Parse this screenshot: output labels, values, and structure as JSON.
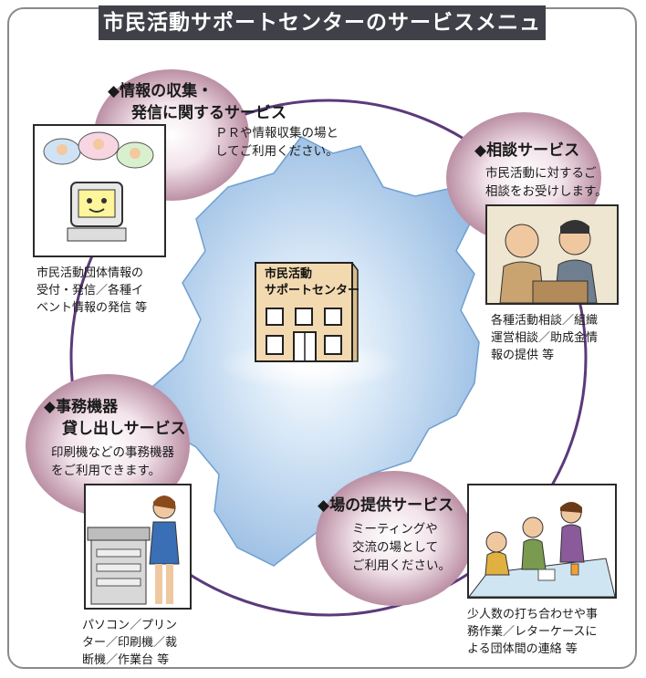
{
  "title": "市民活動サポートセンターのサービスメニュー",
  "center": {
    "line1": "市民活動",
    "line2": "サポートセンター"
  },
  "services": [
    {
      "heading": [
        "◆情報の収集・",
        "発信に関するサービス"
      ],
      "description": [
        "ＰＲや情報収集の場と",
        "してご利用ください。"
      ],
      "caption": [
        "市民活動団体情報の",
        "受付・発信／各種イ",
        "ベント情報の発信 等"
      ]
    },
    {
      "heading": [
        "◆相談サービス"
      ],
      "description": [
        "市民活動に対するご",
        "相談をお受けします。"
      ],
      "caption": [
        "各種活動相談／組織",
        "運営相談／助成金情",
        "報の提供 等"
      ]
    },
    {
      "heading": [
        "◆事務機器",
        "貸し出しサービス"
      ],
      "description": [
        "印刷機などの事務機器",
        "をご利用できます。"
      ],
      "caption": [
        "パソコン／プリン",
        "ター／印刷機／裁",
        "断機／作業台 等"
      ]
    },
    {
      "heading": [
        "◆場の提供サービス"
      ],
      "description": [
        "ミーティングや",
        "交流の場として",
        "ご利用ください。"
      ],
      "caption": [
        "少人数の打ち合わせや事",
        "務作業／レターケースに",
        "よる団体間の連絡 等"
      ]
    }
  ],
  "colors": {
    "title_bg": "#3f4048",
    "ring": "#5b3a7a",
    "bubble": "#b9879d",
    "map": "#a9c9ea",
    "building": "#f2d9b0"
  }
}
